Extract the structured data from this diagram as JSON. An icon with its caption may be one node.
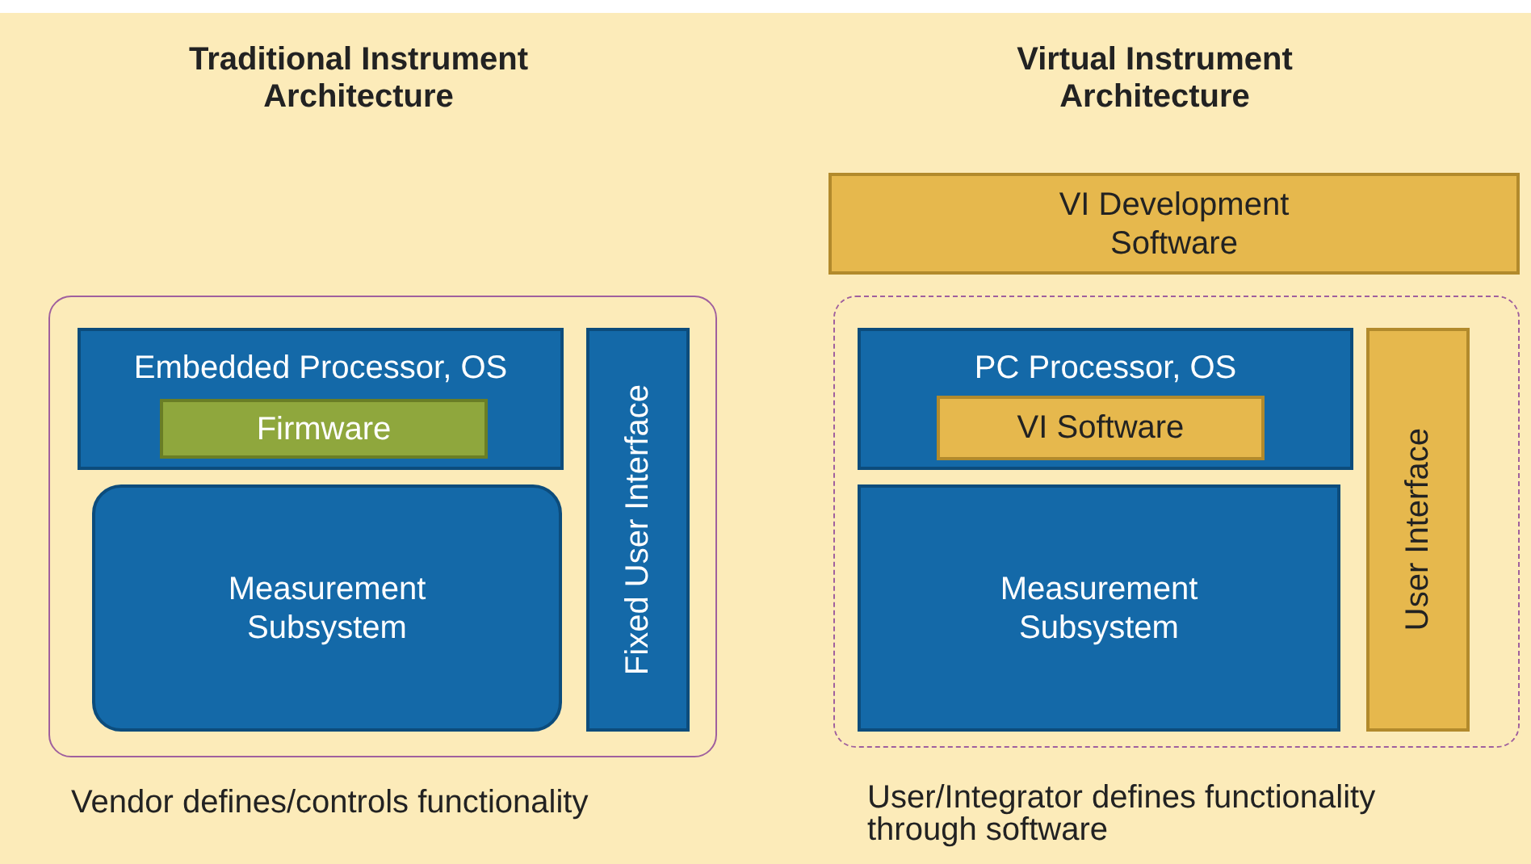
{
  "diagram": {
    "nodes": [
      {
        "text": [],
        "shape": "box"
      },
      {
        "text": [
          "Embedded Processor, OS"
        ],
        "in": 0
      },
      {
        "text": [
          "Firmware"
        ],
        "in": 1
      },
      {
        "text": [
          "Measurement Subsystem"
        ],
        "in": 0
      },
      {
        "text": [
          "Fixed User Interface"
        ],
        "in": 0
      },
      {
        "text": [
          "VI Development Software"
        ]
      },
      {
        "text": [],
        "shape": "box"
      },
      {
        "text": [
          "PC Processor, OS"
        ],
        "in": 6
      },
      {
        "text": [
          "VI Software"
        ],
        "in": 7
      },
      {
        "text": [
          "Measurement Subsystem"
        ],
        "in": 6
      },
      {
        "text": [
          "User Interface"
        ],
        "in": 6
      }
    ],
    "labels": [
      "Traditional Instrument Architecture",
      "Virtual Instrument Architecture",
      "Vendor defines/controls functionality",
      "User/Integrator defines functionality through software"
    ]
  }
}
